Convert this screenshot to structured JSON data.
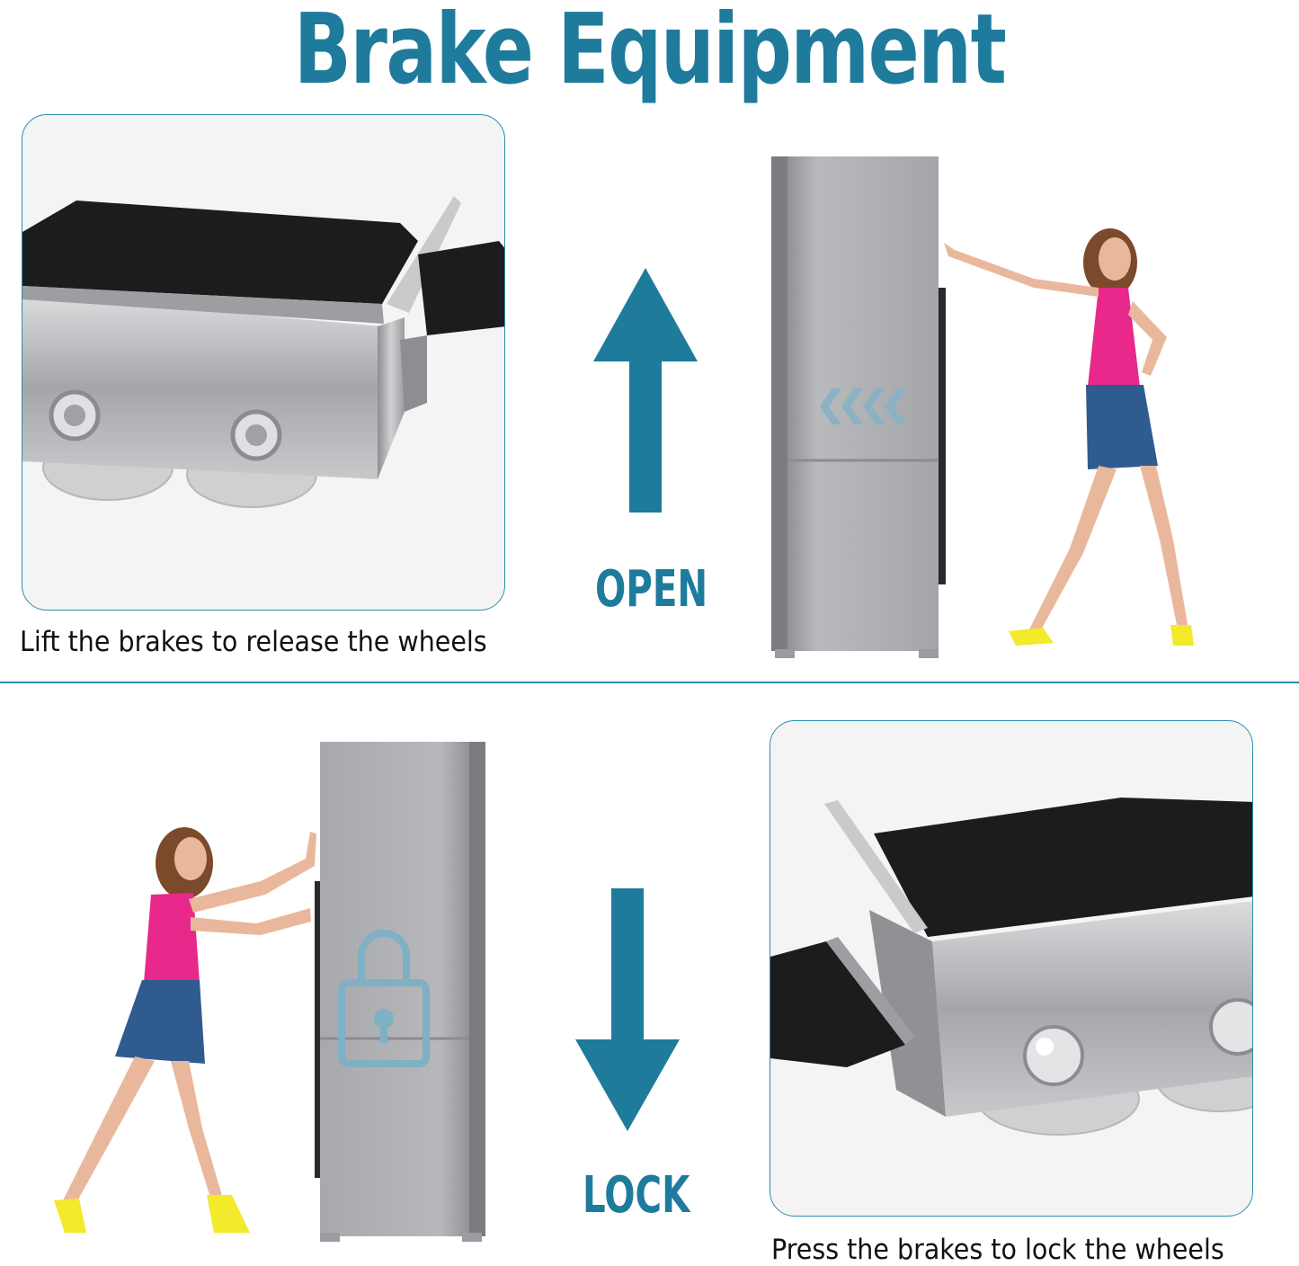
{
  "title": "Brake Equipment",
  "top_section": {
    "caption": "Lift the brakes to release the wheels",
    "arrow_label": "OPEN",
    "arrow_direction": "up"
  },
  "bottom_section": {
    "caption": "Press the brakes to lock the wheels",
    "arrow_label": "LOCK",
    "arrow_direction": "down"
  },
  "colors": {
    "accent": "#1f7b9c",
    "border": "#2a8db0",
    "steel": "#a9abae",
    "felt": "#1b1b1b",
    "shirt": "#e8288a",
    "skirt": "#2f5b8f",
    "heels": "#f2ea2a"
  }
}
